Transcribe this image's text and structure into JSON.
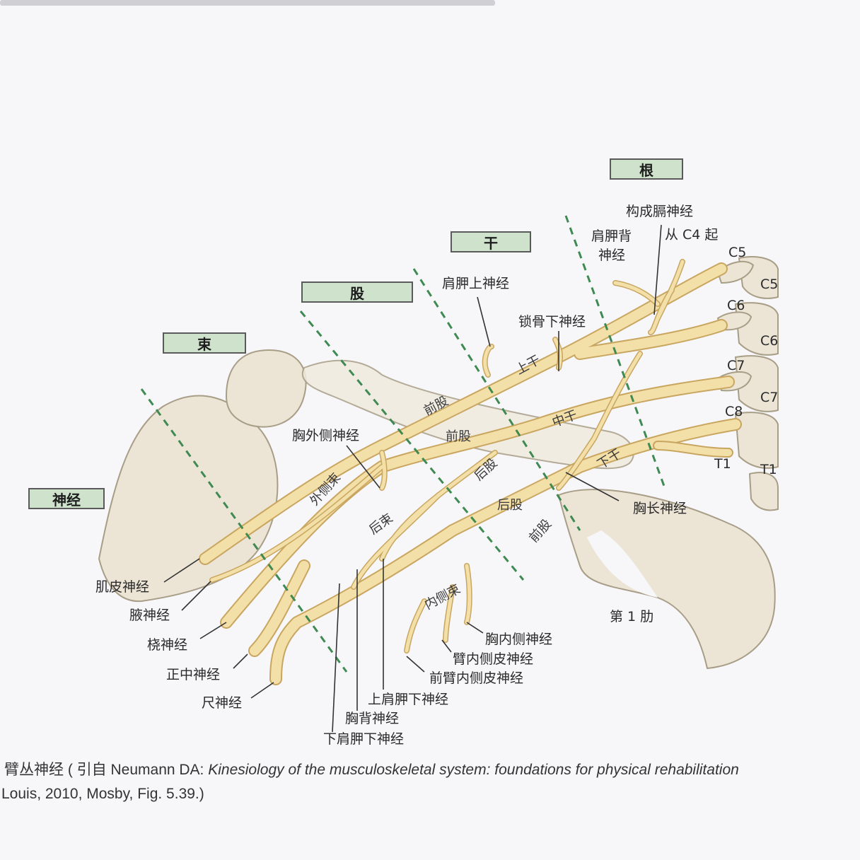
{
  "section_labels": {
    "root": "根",
    "trunk": "干",
    "division": "股",
    "cord": "束",
    "nerve": "神经"
  },
  "vertebra_labels": {
    "c5_a": "C5",
    "c5_b": "C5",
    "c6_a": "C6",
    "c6_b": "C6",
    "c7_a": "C7",
    "c7_b": "C7",
    "c8": "C8",
    "t1_a": "T1",
    "t1_b": "T1"
  },
  "on_nerve_labels": {
    "upper_trunk": "上干",
    "middle_trunk": "中干",
    "lower_trunk": "下干",
    "anterior_div_1": "前股",
    "anterior_div_2": "前股",
    "anterior_div_3": "前股",
    "posterior_div_1": "后股",
    "posterior_div_2": "后股",
    "lateral_cord": "外侧束",
    "posterior_cord": "后束",
    "medial_cord": "内侧束"
  },
  "callouts": {
    "phrenic_1": "构成膈神经",
    "phrenic_2": "从 C4 起",
    "dorsal_scapular_1": "肩胛背",
    "dorsal_scapular_2": "神经",
    "suprascapular": "肩胛上神经",
    "subclavian": "锁骨下神经",
    "lateral_pectoral": "胸外侧神经",
    "long_thoracic": "胸长神经",
    "first_rib": "第 1 肋",
    "musculocutaneous": "肌皮神经",
    "axillary": "腋神经",
    "radial": "桡神经",
    "median": "正中神经",
    "ulnar": "尺神经",
    "medial_pectoral": "胸内侧神经",
    "medial_brachial_cutaneous": "臂内侧皮神经",
    "medial_antebrachial_cutaneous": "前臂内侧皮神经",
    "upper_subscapular": "上肩胛下神经",
    "thoracodorsal": "胸背神经",
    "lower_subscapular": "下肩胛下神经"
  },
  "caption": {
    "lead": "臂丛神经 ( 引自 Neumann DA: ",
    "title": "Kinesiology of the musculoskeletal system: foundations for physical rehabilitation",
    "line2": "Louis, 2010, Mosby, Fig. 5.39.)"
  },
  "colors": {
    "nerve_fill": "#f3dfa8",
    "nerve_edge": "#c9a660",
    "bone_fill": "#ece5d6",
    "bone_edge": "#a89d86",
    "guide_line": "#3f8a52",
    "label_box": "#cfe3cc"
  }
}
